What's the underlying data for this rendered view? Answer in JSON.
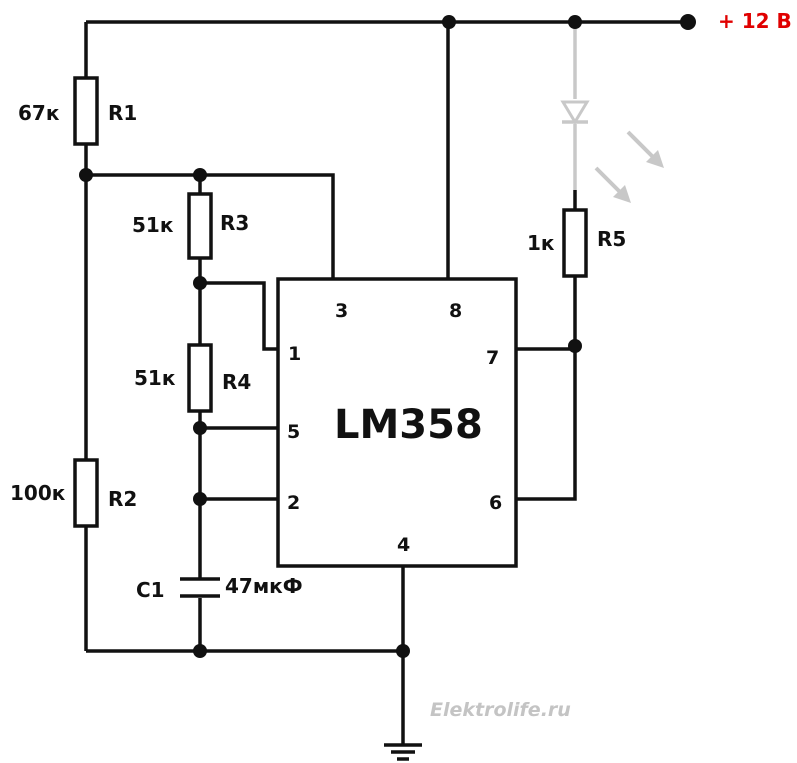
{
  "supply": {
    "label": "+ 12 В"
  },
  "resistors": {
    "r1": {
      "name": "R1",
      "value": "67к"
    },
    "r2": {
      "name": "R2",
      "value": "100к"
    },
    "r3": {
      "name": "R3",
      "value": "51к"
    },
    "r4": {
      "name": "R4",
      "value": "51к"
    },
    "r5": {
      "name": "R5",
      "value": "1к"
    }
  },
  "capacitor": {
    "name": "C1",
    "value": "47мкФ"
  },
  "chip": {
    "label": "LM358",
    "pins": {
      "p1": "1",
      "p2": "2",
      "p3": "3",
      "p4": "4",
      "p5": "5",
      "p6": "6",
      "p7": "7",
      "p8": "8"
    }
  },
  "watermark": "Elektrolife.ru",
  "colors": {
    "wire": "#111111",
    "led": "#c8c8c8",
    "supply_label": "#e00000",
    "watermark": "#c4c4c4"
  }
}
